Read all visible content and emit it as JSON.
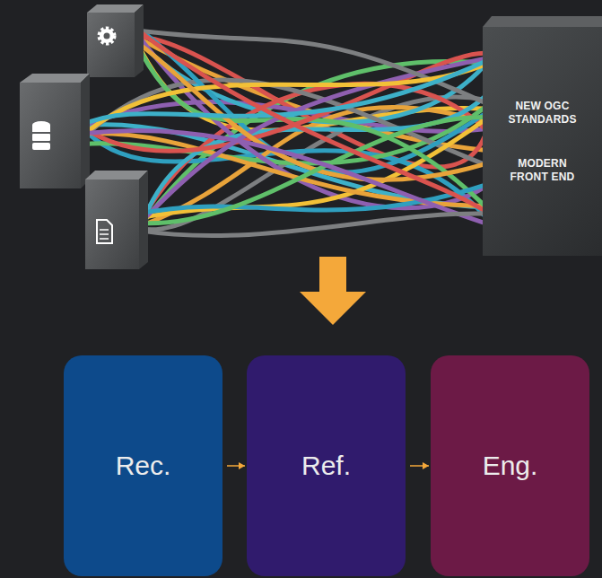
{
  "diagram": {
    "nodes": [
      {
        "text": [
          "NEW OGC STANDARDS",
          "MODERN FRONT END"
        ]
      },
      {
        "text": [
          "Rec."
        ]
      },
      {
        "text": [
          "Ref."
        ]
      },
      {
        "text": [
          "Eng."
        ]
      }
    ],
    "edges": [
      {
        "from": 1,
        "to": 2,
        "arrow": "to"
      },
      {
        "from": 2,
        "to": 3,
        "arrow": "to"
      }
    ]
  }
}
